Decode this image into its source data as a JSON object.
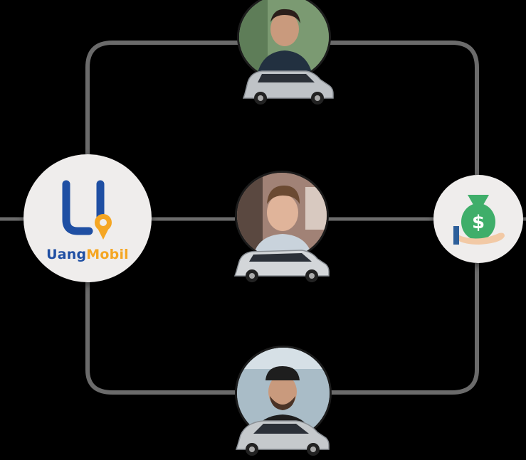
{
  "brand": {
    "name_part1": "Uang",
    "name_part2": "Mobil",
    "color_primary": "#1f4fa3",
    "color_accent": "#f5a623"
  },
  "nodes": {
    "hub": "uangmobil-logo",
    "drivers": [
      "driver-top",
      "driver-middle",
      "driver-bottom"
    ],
    "payout": "money-bag-icon"
  },
  "colors": {
    "background": "#000000",
    "connector": "#6b6b6b",
    "node_fill": "#efedec",
    "money_green": "#3fae6a",
    "car_silver": "#bfc3c7"
  }
}
